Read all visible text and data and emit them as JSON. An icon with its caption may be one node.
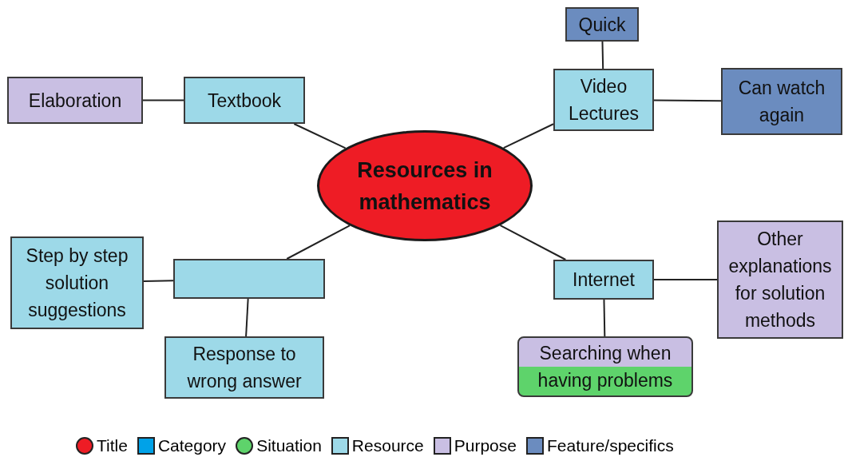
{
  "diagram": {
    "nodes": [
      {
        "text": [
          "Resources in mathematics"
        ]
      },
      {
        "text": [
          "Textbook"
        ]
      },
      {
        "text": [
          "Elaboration"
        ]
      },
      {
        "text": [
          "Video Lectures"
        ]
      },
      {
        "text": [
          "Quick"
        ]
      },
      {
        "text": [
          "Can watch again"
        ]
      },
      {
        "text": [],
        "shape": "box"
      },
      {
        "text": [
          "Step by step solution suggestions"
        ]
      },
      {
        "text": [
          "Response to wrong answer"
        ]
      },
      {
        "text": [
          "Internet"
        ]
      },
      {
        "text": [
          "Other explanations for solution methods"
        ]
      },
      {
        "text": [
          "Searching when having problems"
        ]
      }
    ],
    "edges": [
      {
        "from": 0,
        "to": 1,
        "arrow": "none"
      },
      {
        "from": 1,
        "to": 2,
        "arrow": "none"
      },
      {
        "from": 0,
        "to": 3,
        "arrow": "none"
      },
      {
        "from": 3,
        "to": 4,
        "arrow": "none"
      },
      {
        "from": 3,
        "to": 5,
        "arrow": "none"
      },
      {
        "from": 0,
        "to": 6,
        "arrow": "none"
      },
      {
        "from": 6,
        "to": 7,
        "arrow": "none"
      },
      {
        "from": 6,
        "to": 8,
        "arrow": "none"
      },
      {
        "from": 0,
        "to": 9,
        "arrow": "none"
      },
      {
        "from": 9,
        "to": 10,
        "arrow": "none"
      },
      {
        "from": 9,
        "to": 11,
        "arrow": "none"
      }
    ],
    "legend": [
      {
        "text": "Title",
        "color": "#ee1c25"
      },
      {
        "text": "Category",
        "color": "#00a2e8"
      },
      {
        "text": "Situation",
        "color": "#5ed36b"
      },
      {
        "text": "Resource",
        "color": "#9dd9e8"
      },
      {
        "text": "Purpose",
        "color": "#c9bfe3"
      },
      {
        "text": "Feature/specifics",
        "color": "#6b8cbf"
      }
    ]
  }
}
